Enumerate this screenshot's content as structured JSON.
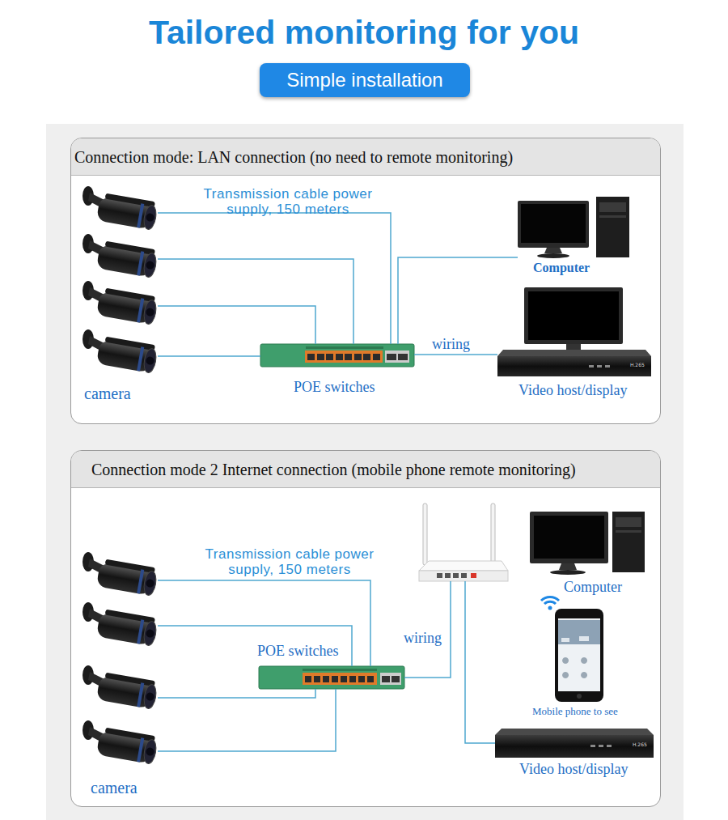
{
  "diagram": {
    "title": "Tailored monitoring for you",
    "nodes": [
      {
        "text": [
          "Simple installation"
        ]
      },
      {
        "text": [
          "Connection mode: LAN connection (no need to remote monitoring)"
        ]
      },
      {
        "text": [
          "camera"
        ],
        "in": 1
      },
      {
        "text": [
          "POE switches"
        ],
        "in": 1
      },
      {
        "text": [
          "Computer"
        ],
        "in": 1
      },
      {
        "text": [
          "Video host/display"
        ],
        "in": 1
      },
      {
        "text": [
          "Connection mode 2 Internet connection (mobile phone remote monitoring)"
        ]
      },
      {
        "text": [
          "camera"
        ],
        "in": 6
      },
      {
        "text": [
          "POE switches"
        ],
        "in": 6
      },
      {
        "text": [
          "Computer"
        ],
        "in": 6
      },
      {
        "text": [
          "Mobile phone to see"
        ],
        "in": 6
      },
      {
        "text": [
          "Video host/display"
        ],
        "in": 6
      }
    ],
    "edges": [
      {
        "from": 2,
        "to": 3,
        "label": "Transmission cable power supply, 150 meters",
        "arrow": "none"
      },
      {
        "from": 3,
        "to": 4,
        "arrow": "none"
      },
      {
        "from": 3,
        "to": 5,
        "label": "wiring",
        "arrow": "none"
      },
      {
        "from": 7,
        "to": 8,
        "label": "Transmission cable power supply, 150 meters",
        "arrow": "none"
      },
      {
        "from": 8,
        "to": 11,
        "label": "wiring",
        "arrow": "none"
      }
    ],
    "labels": [
      "H.265",
      "H.265"
    ]
  }
}
